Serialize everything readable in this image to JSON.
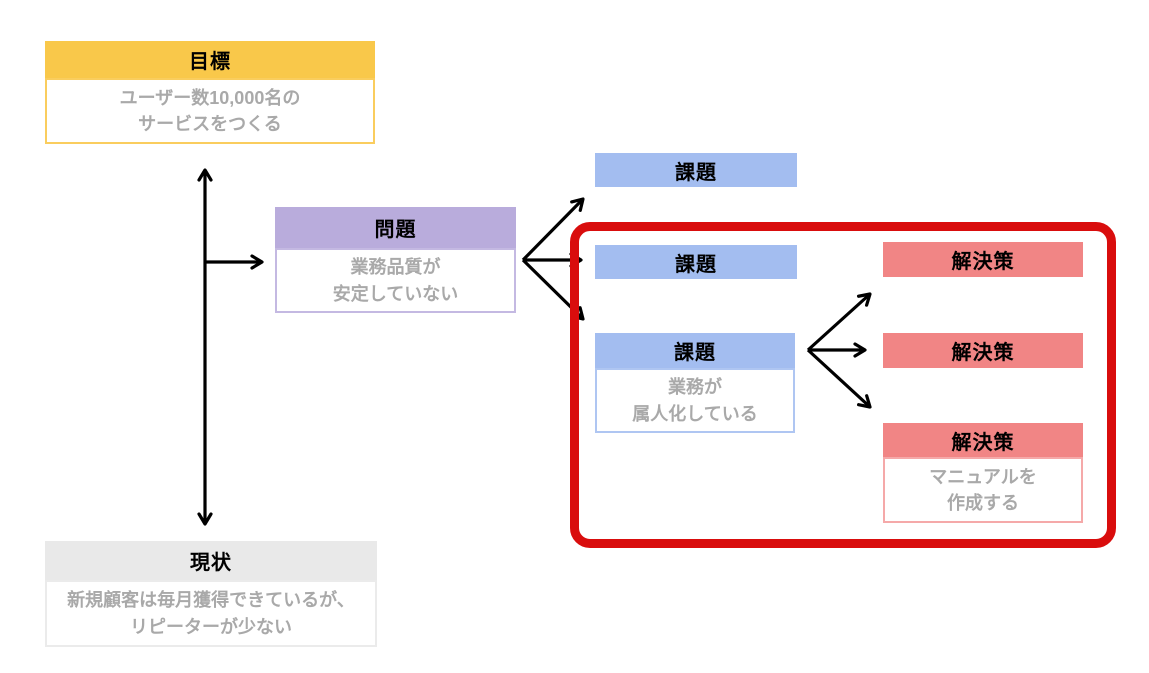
{
  "diagram": {
    "goal": {
      "title": "目標",
      "body": "ユーザー数10,000名の\nサービスをつくる"
    },
    "current": {
      "title": "現状",
      "body": "新規顧客は毎月獲得できているが、\nリピーターが少ない"
    },
    "problem": {
      "title": "問題",
      "body": "業務品質が\n安定していない"
    },
    "issues": [
      {
        "title": "課題"
      },
      {
        "title": "課題"
      },
      {
        "title": "課題",
        "body": "業務が\n属人化している"
      }
    ],
    "solutions": [
      {
        "title": "解決策"
      },
      {
        "title": "解決策"
      },
      {
        "title": "解決策",
        "body": "マニュアルを\n作成する"
      }
    ]
  },
  "colors": {
    "goal_header": "#F9C84A",
    "goal_border": "#FACD5E",
    "current_header": "#E9E9E9",
    "current_border": "#EBEBEB",
    "problem_header": "#B9ACDC",
    "problem_border": "#C4B9E2",
    "issue_header": "#A3BDF0",
    "issue_border": "#AFC6F2",
    "solution_header": "#F18585",
    "solution_border": "#F5A9A9",
    "highlight_frame": "#D90D0D",
    "body_text": "#A9A9A9",
    "header_text": "#000000",
    "arrow": "#000000"
  }
}
